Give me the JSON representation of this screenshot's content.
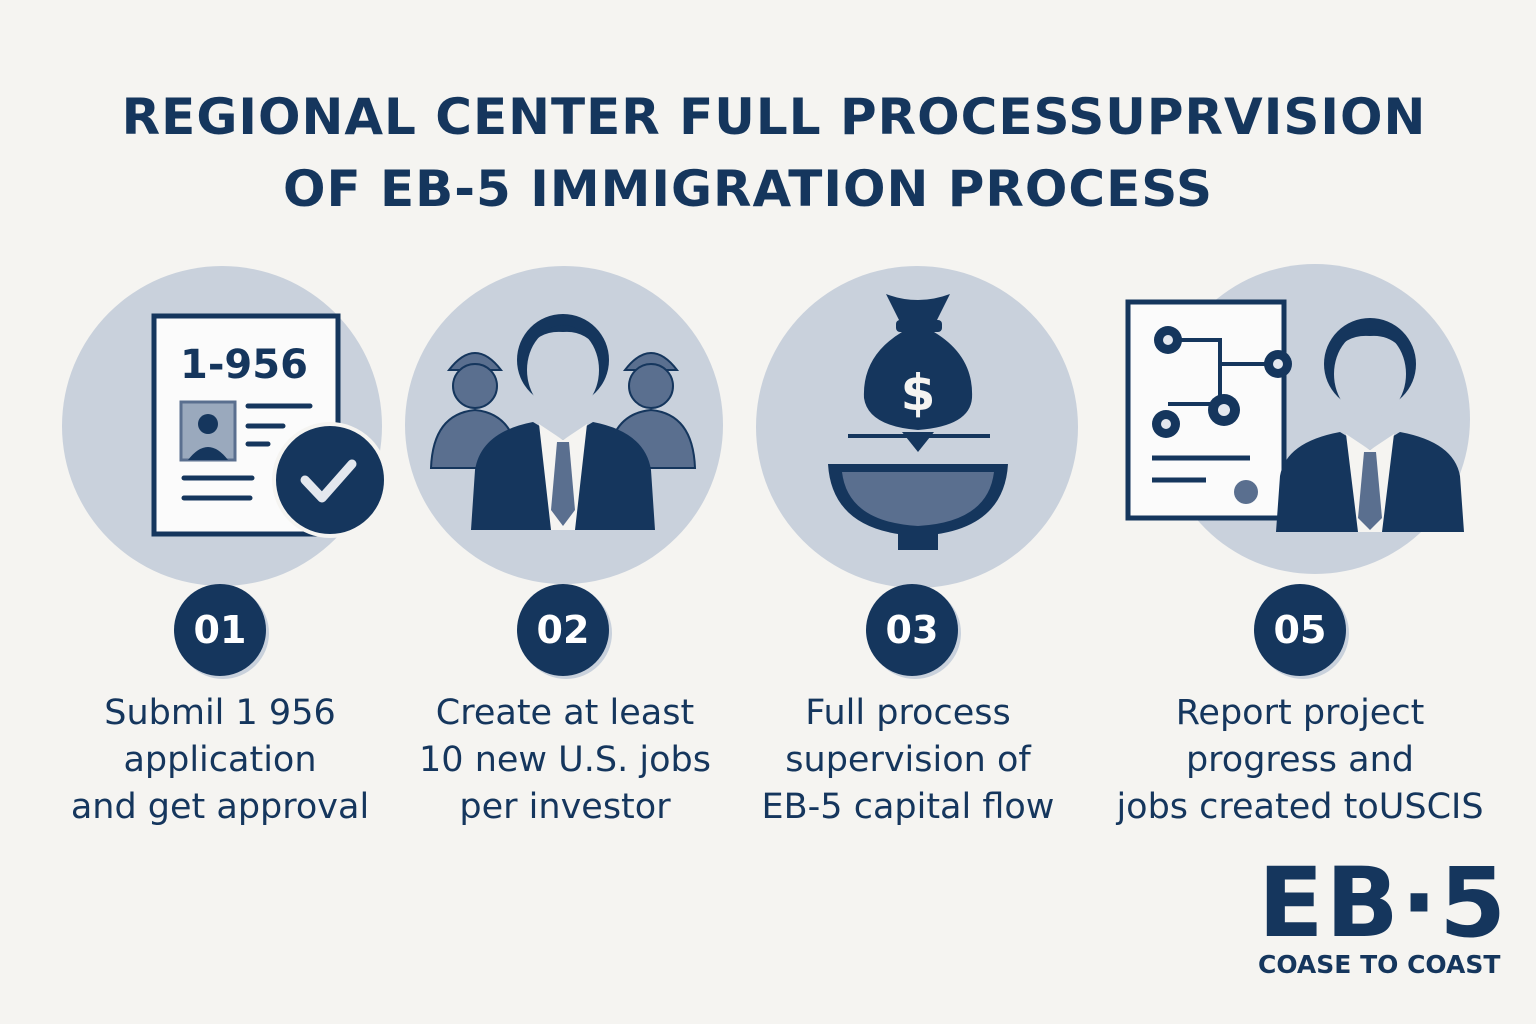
{
  "title": {
    "line1": "REGIONAL CENTER FULL PROCESSUPRVISION",
    "line2": "OF EB-5 IMMIGRATION PROCESS"
  },
  "steps": [
    {
      "number": "01",
      "icon": "form-checkmark-icon",
      "form_label": "1-956",
      "lines": [
        "Submil 1 956",
        "application",
        "and get approval"
      ]
    },
    {
      "number": "02",
      "icon": "workers-group-icon",
      "lines": [
        "Create at least",
        "10 new U.S. jobs",
        "per investor"
      ]
    },
    {
      "number": "03",
      "icon": "money-bag-bowl-icon",
      "bag_symbol": "$",
      "lines": [
        "Full process",
        "supervision of",
        "EB-5 capital flow"
      ]
    },
    {
      "number": "05",
      "icon": "report-businessman-icon",
      "lines": [
        "Report project",
        "progress and",
        "jobs created toUSCIS"
      ]
    }
  ],
  "logo": {
    "main": "EB·5",
    "sub": "COASE TO COAST"
  },
  "colors": {
    "navy": "#15365d",
    "circle": "#c9d1dc",
    "background": "#f5f4f1",
    "mid_blue": "#5a6f8f"
  }
}
